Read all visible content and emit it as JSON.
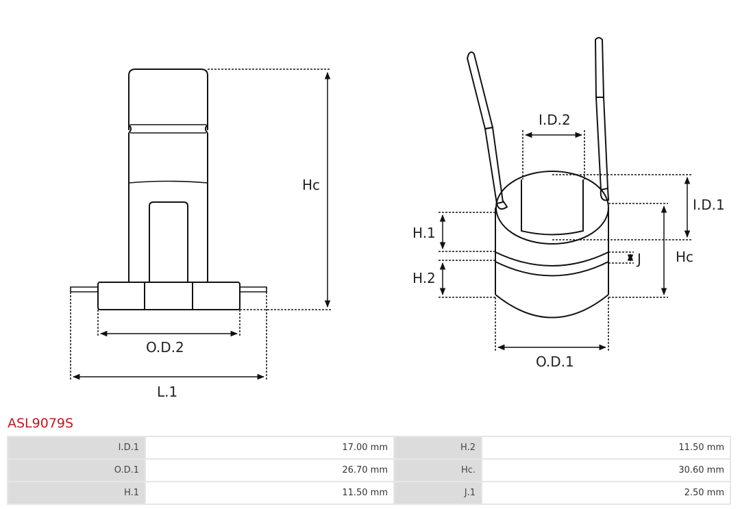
{
  "diagram": {
    "left_view": {
      "hc": "Hc",
      "od2": "O.D.2",
      "l1": "L.1"
    },
    "right_view": {
      "id2": "I.D.2",
      "id1": "I.D.1",
      "h1": "H.1",
      "h2": "H.2",
      "j": "J",
      "hc": "Hc",
      "od1": "O.D.1"
    }
  },
  "part_number": "ASL9079S",
  "specs": [
    [
      {
        "label": "I.D.1",
        "value": "17.00 mm"
      },
      {
        "label": "H.2",
        "value": "11.50 mm"
      }
    ],
    [
      {
        "label": "O.D.1",
        "value": "26.70 mm"
      },
      {
        "label": "Hc.",
        "value": "30.60 mm"
      }
    ],
    [
      {
        "label": "H.1",
        "value": "11.50 mm"
      },
      {
        "label": "J.1",
        "value": "2.50 mm"
      }
    ]
  ],
  "colors": {
    "title": "#c4161c",
    "label_cell": "#dcdcdc",
    "border": "#e6e6e6"
  }
}
